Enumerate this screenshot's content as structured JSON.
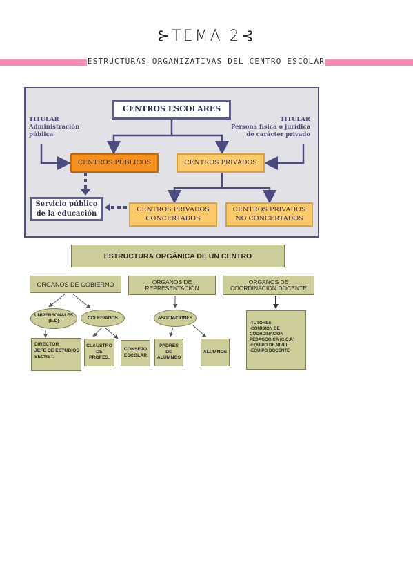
{
  "header": {
    "title": "⊱TEMA 2⊰",
    "subtitle": "ESTRUCTURAS ORGANIZATIVAS DEL CENTRO ESCOLAR",
    "accent_color": "#f78db4"
  },
  "diagram_top": {
    "root": "CENTROS ESCOLARES",
    "titular_left": [
      "TITULAR",
      "Administración",
      "pública"
    ],
    "titular_right": [
      "TITULAR",
      "Persona física o jurídica",
      "de carácter privado"
    ],
    "publicos": "CENTROS PÚBLICOS",
    "privados": "CENTROS PRIVADOS",
    "servicio": [
      "Servicio público",
      "de la educación"
    ],
    "concertados": [
      "CENTROS PRIVADOS",
      "CONCERTADOS"
    ],
    "no_concertados": [
      "CENTROS PRIVADOS",
      "NO CONCERTADOS"
    ],
    "colors": {
      "panel": "#e2e2e6",
      "border": "#51517f",
      "orange": "#f5901e",
      "light_orange": "#fcc96b"
    }
  },
  "diagram_bottom": {
    "root": "ESTRUCTURA ORGÁNICA DE UN CENTRO",
    "gobierno": "ORGANOS DE GOBIERNO",
    "representacion": [
      "ORGANOS DE",
      "REPRESENTACIÓN"
    ],
    "coordinacion": [
      "ORGANOS DE",
      "COORDINACIÓN DOCENTE"
    ],
    "unipersonales": [
      "UNIPERSONALES",
      "(E.D)"
    ],
    "colegiados": "COLEGIADOS",
    "asociaciones": "ASOCIACIONES",
    "director": [
      "DIRECTOR",
      "JEFE DE ESTUDIOS",
      "SECRET."
    ],
    "claustro": [
      "CLAUSTRO",
      "DE",
      "PROFES."
    ],
    "consejo": [
      "CONSEJO",
      "ESCOLAR"
    ],
    "padres": [
      "PADRES",
      "DE",
      "ALUMNOS"
    ],
    "alumnos": "ALUMNOS",
    "docentes": [
      "-TUTORES",
      "-COMISIÓN DE",
      "COORDINACIÓN",
      "PEDAGÓGICA (C.C.P.)",
      "-EQUIPO DE NIVEL",
      "-EQUIPO DOCENTE"
    ],
    "colors": {
      "box": "#cdcd9a",
      "border": "#7f7f55"
    }
  }
}
